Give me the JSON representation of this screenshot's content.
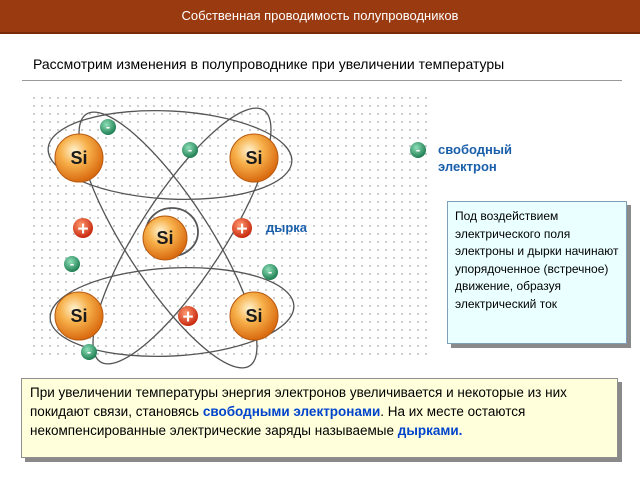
{
  "header": {
    "title": "Собственная проводимость полупроводников"
  },
  "subtitle": "Рассмотрим изменения в полупроводнике при увеличении температуры",
  "diagram": {
    "atom_label": "Si",
    "electron_sign": "-",
    "hole_sign": "+",
    "legend_free_electron": "свободный электрон",
    "legend_hole": "дырка",
    "colors": {
      "atom": "#f08a2a",
      "electron": "#2e9e6a",
      "hole": "#e03a20",
      "orbit": "#555555"
    }
  },
  "info_box": {
    "text": " Под воздействием электрического поля электроны и дырки начинают упорядоченное (встречное) движение, образуя электрический ток"
  },
  "bottom_box": {
    "text_1": " При увеличении температуры энергия электронов увеличивается и некоторые из них покидают связи, становясь ",
    "highlight_1": "свободными электронами",
    "text_2": ". На их месте остаются некомпенсированные электрические заряды называемые ",
    "highlight_2": "дырками."
  }
}
